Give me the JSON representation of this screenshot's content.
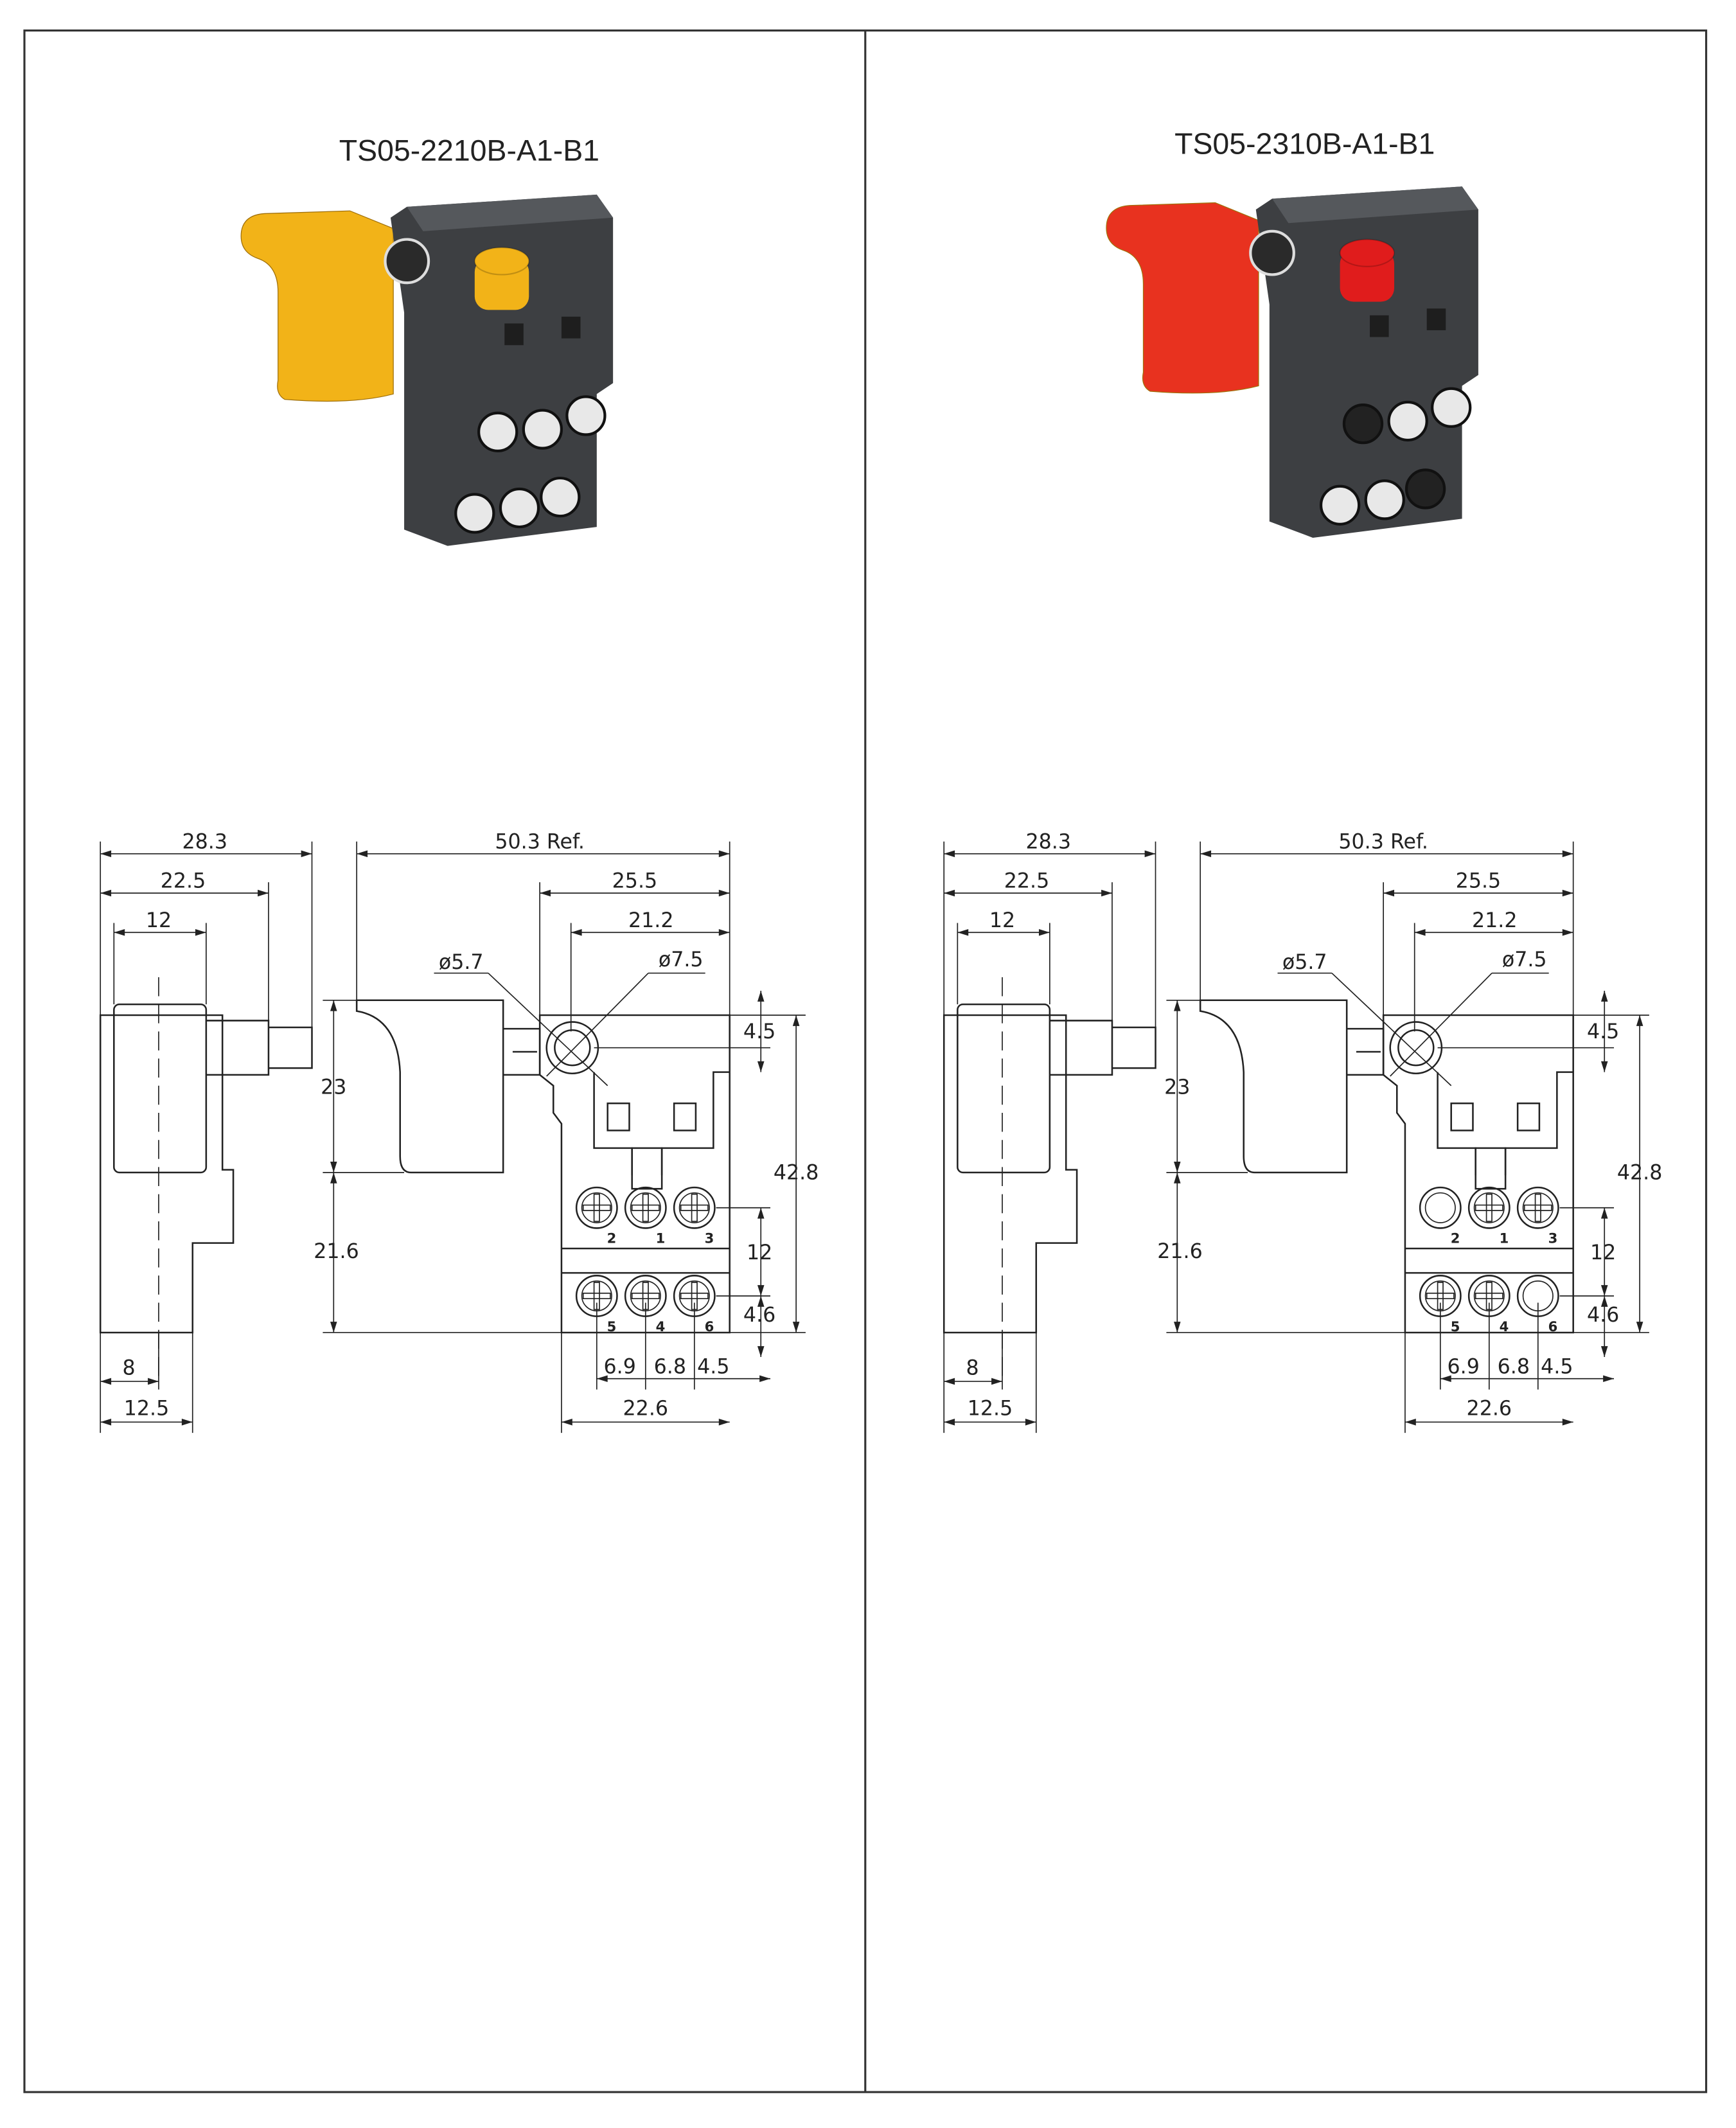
{
  "panels": [
    {
      "title": "TS05-2210B-A1-B1",
      "trigger_color": "#f2b318",
      "button_color": "#f2b318",
      "empty_terminals": [],
      "dims": {
        "w28_3": "28.3",
        "w22_5": "22.5",
        "w12": "12",
        "w8": "8",
        "w12_5": "12.5",
        "ref50_3": "50.3 Ref.",
        "w25_5": "25.5",
        "w21_2": "21.2",
        "d5_7": "ø5.7",
        "d7_5": "ø7.5",
        "h23": "23",
        "h21_6": "21.6",
        "h42_8": "42.8",
        "h4_5": "4.5",
        "h12": "12",
        "h4_6": "4.6",
        "p6_9": "6.9",
        "p6_8": "6.8",
        "p4_5": "4.5",
        "w22_6": "22.6"
      },
      "terminal_numbers": [
        "2",
        "1",
        "3",
        "5",
        "4",
        "6"
      ]
    },
    {
      "title": "TS05-2310B-A1-B1",
      "trigger_color": "#e8321f",
      "button_color": "#e01c1c",
      "empty_terminals": [
        0,
        5
      ],
      "dims": {
        "w28_3": "28.3",
        "w22_5": "22.5",
        "w12": "12",
        "w8": "8",
        "w12_5": "12.5",
        "ref50_3": "50.3 Ref.",
        "w25_5": "25.5",
        "w21_2": "21.2",
        "d5_7": "ø5.7",
        "d7_5": "ø7.5",
        "h23": "23",
        "h21_6": "21.6",
        "h42_8": "42.8",
        "h4_5": "4.5",
        "h12": "12",
        "h4_6": "4.6",
        "p6_9": "6.9",
        "p6_8": "6.8",
        "p4_5": "4.5",
        "w22_6": "22.6"
      },
      "terminal_numbers": [
        "2",
        "1",
        "3",
        "5",
        "4",
        "6"
      ]
    }
  ]
}
